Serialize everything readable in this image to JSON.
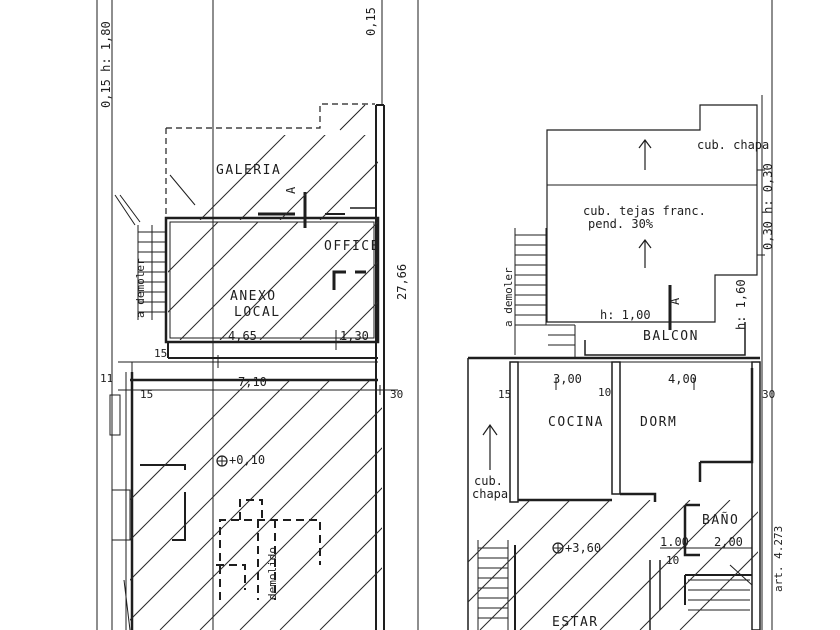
{
  "colors": {
    "line": "#1e1e1e",
    "paper": "#ffffff",
    "hatch": "#2a2a2a"
  },
  "left_plan": {
    "labels": {
      "galeria": "GALERIA",
      "office": "OFFICE",
      "anexo": "ANEXO",
      "local": "LOCAL",
      "a_demoler_rotated": "a demoler",
      "demolido_rotated": "demolido",
      "section_mark": "A"
    },
    "dims": {
      "h_top": "0,15 h: 1,80",
      "top_right": "0,15",
      "height_total": "27,66",
      "d465": "4,65",
      "d130": "1,30",
      "d710": "7,10",
      "d15a": "15",
      "d15b": "15",
      "d30": "30",
      "d11": "11",
      "level": "+0,10"
    }
  },
  "right_plan": {
    "labels": {
      "cub_chapa_top": "cub. chapa",
      "cub_tejas_1": "cub. tejas franc.",
      "cub_tejas_2": "pend. 30%",
      "balcon": "BALCON",
      "cocina": "COCINA",
      "dorm": "DORM",
      "bano": "BAÑO",
      "estar": "ESTAR",
      "cub_chapa_left_1": "cub.",
      "cub_chapa_left_2": "chapa",
      "a_demoler_rotated": "a demoler",
      "section_mark": "A"
    },
    "dims": {
      "h100": "h: 1,00",
      "h160": "h: 1,60",
      "d030h": "0,30 h: 0,30",
      "d300": "3,00",
      "d400": "4,00",
      "d10a": "10",
      "d10b": "10",
      "d15": "15",
      "d30": "30",
      "d100": "1.00",
      "d200": "2,00",
      "level": "+3,60",
      "art": "art. 4.273"
    }
  }
}
